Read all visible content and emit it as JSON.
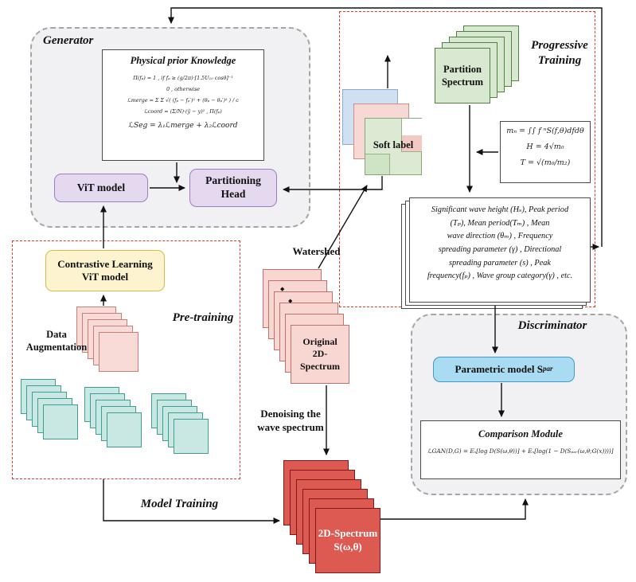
{
  "colors": {
    "panel_fill": "#f1f0f2",
    "dashed_gray": "#a6a6a6",
    "dashed_red": "#e23b2e",
    "purple": "#e4d9ef",
    "yellow": "#fdf3cf",
    "blue": "#a9dbf2",
    "green": "#d9e8d0",
    "pink": "#f8dbd7",
    "red": "#dc5a52",
    "teal": "#c9e8e4"
  },
  "generator": {
    "title": "Generator",
    "prior": {
      "title": "Physical prior Knowledge",
      "lines": [
        "Π(fₚ) = 1 ,   if  fₚ ≥ (g/2π)·[1.5U₁₀ cosθ]⁻¹",
        "0 ,   otherwise",
        "ℒmerge = Σ Σ √( (fₚ − fₚ′)² + (θₚ − θₚ′)² ) / c",
        "ℒcoord = (Σ/N)·(ŷ − y)² ,   Π(fₚ)",
        "ℒSeg = λ₁ℒmerge + λ₂ℒcoord"
      ]
    },
    "vit_label": "ViT model",
    "head_label_1": "Partitioning",
    "head_label_2": "Head"
  },
  "progressive": {
    "title_1": "Progressive",
    "title_2": "Training",
    "partition_stack_1": "Partition",
    "partition_stack_2": "Spectrum",
    "moments": {
      "m1": "mₙ = ∫∫ f ⁿS(f,θ)dfdθ",
      "m2": "H = 4√m₀",
      "m3": "T = √(m₀/m₂)"
    },
    "wave_params": [
      "Significant wave height (Hₛ),   Peak period",
      "(Tₚ),   Mean period(Tₘ) ,   Mean",
      "wave direction (θₘ) ,   Frequency",
      "spreading parameter (γ) ,   Directional",
      "spreading parameter (s) ,   Peak",
      "frequency(fₚ) ,   Wave group category(γ) ,   etc."
    ]
  },
  "soft_label": "Soft label",
  "watershed": "Watershed",
  "pretraining": {
    "title": "Pre-training",
    "contrastive_1": "Contrastive Learning",
    "contrastive_2": "ViT model",
    "augmentation_1": "Data",
    "augmentation_2": "Augmentation"
  },
  "original_stack": {
    "l1": "Original",
    "l2": "2D-",
    "l3": "Spectrum"
  },
  "denoising_1": "Denoising the",
  "denoising_2": "wave spectrum",
  "spectrum_stack": {
    "l1": "2D-Spectrum",
    "l2": "S(ω,θ)"
  },
  "model_training": "Model Training",
  "discriminator": {
    "title": "Discriminator",
    "parametric_main": "Parametric model S",
    "parametric_sub": "par",
    "comparison_title": "Comparison Module",
    "equation": "ℒGAN(D,G) = Eₓ[log D(S(ω,θ))] + Eₓ[log(1 − D(Sₚₐᵣ(ω,θ;G(x))))]"
  },
  "markers": {
    "d1": "◆",
    "d2": "◆"
  }
}
